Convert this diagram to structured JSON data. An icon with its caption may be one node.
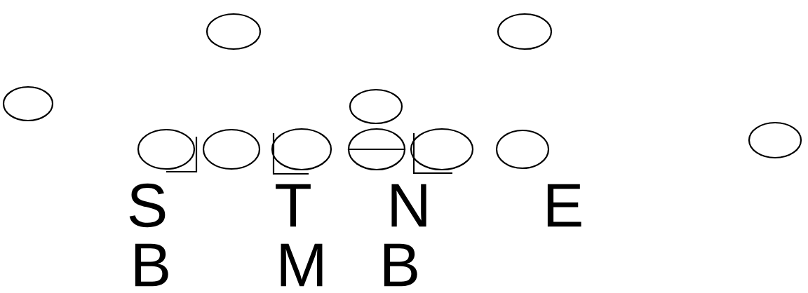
{
  "diagram": {
    "nodes": [
      {
        "text": [],
        "shape": "circle"
      },
      {
        "text": [],
        "shape": "circle"
      },
      {
        "text": [],
        "shape": "circle"
      },
      {
        "text": [],
        "shape": "circle"
      },
      {
        "text": [],
        "shape": "circle"
      },
      {
        "text": [],
        "shape": "circle"
      },
      {
        "text": [],
        "shape": "circle"
      },
      {
        "text": [],
        "shape": "circle"
      },
      {
        "text": [],
        "shape": "circle"
      },
      {
        "text": [],
        "shape": "circle"
      },
      {
        "text": [],
        "shape": "circle"
      }
    ],
    "labels": [
      "S",
      "T",
      "N",
      "E",
      "B",
      "M",
      "B"
    ]
  }
}
